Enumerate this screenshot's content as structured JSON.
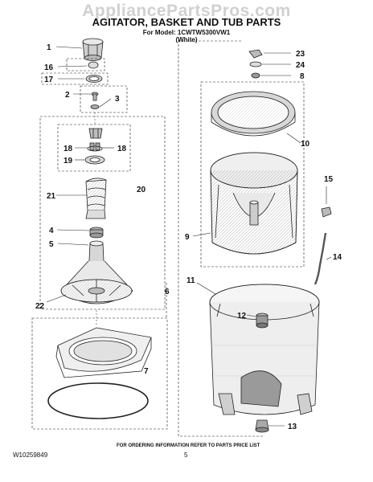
{
  "watermark": "AppliancePartsPros.com",
  "title": "AGITATOR, BASKET AND TUB PARTS",
  "model_line": "For Model: 1CWTW5300VW1",
  "model_variant": "(White)",
  "footer_note": "FOR ORDERING INFORMATION REFER TO PARTS PRICE LIST",
  "document_number": "W10259849",
  "page_number": "5",
  "callouts": {
    "c1": "1",
    "c2": "2",
    "c3": "3",
    "c4": "4",
    "c5": "5",
    "c6": "6",
    "c7": "7",
    "c8": "8",
    "c9": "9",
    "c10": "10",
    "c11": "11",
    "c12": "12",
    "c13": "13",
    "c14": "14",
    "c15": "15",
    "c16": "16",
    "c17": "17",
    "c18a": "18",
    "c18b": "18",
    "c19": "19",
    "c20": "20",
    "c21": "21",
    "c22": "22",
    "c23": "23",
    "c24": "24"
  }
}
